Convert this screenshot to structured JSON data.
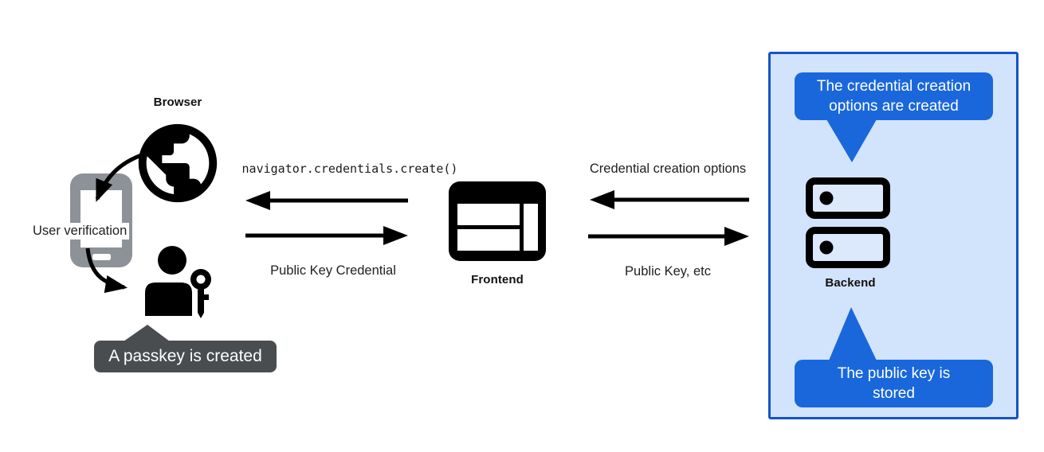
{
  "diagram": {
    "description": "Passkey registration flow diagram",
    "left": {
      "browser_label": "Browser",
      "user_verification_label": "User verification",
      "passkey_tooltip": "A passkey is created"
    },
    "middle": {
      "code_arrow_label": "navigator.credentials.create()",
      "public_key_credential_label": "Public Key Credential",
      "frontend_label": "Frontend"
    },
    "right": {
      "credential_creation_options_label": "Credential creation options",
      "public_key_etc_label": "Public Key, etc",
      "backend_label": "Backend",
      "callout_top_text": "The credential creation options are created",
      "callout_bottom_text": "The public key is stored"
    },
    "icons": {
      "globe": "globe-icon",
      "phone": "smartphone-icon",
      "person_key": "person-with-key-icon",
      "frontend_window": "browser-window-icon",
      "backend_server": "server-stack-icon"
    },
    "colors": {
      "panel_background": "#d2e3fc",
      "panel_border": "#1653c8",
      "callout_blue": "#1a67dc",
      "tooltip_gray": "#4a4d50",
      "phone_gray": "#8c9298",
      "icon_black": "#000000",
      "text": "#202124",
      "page_background": "#ffffff"
    }
  }
}
